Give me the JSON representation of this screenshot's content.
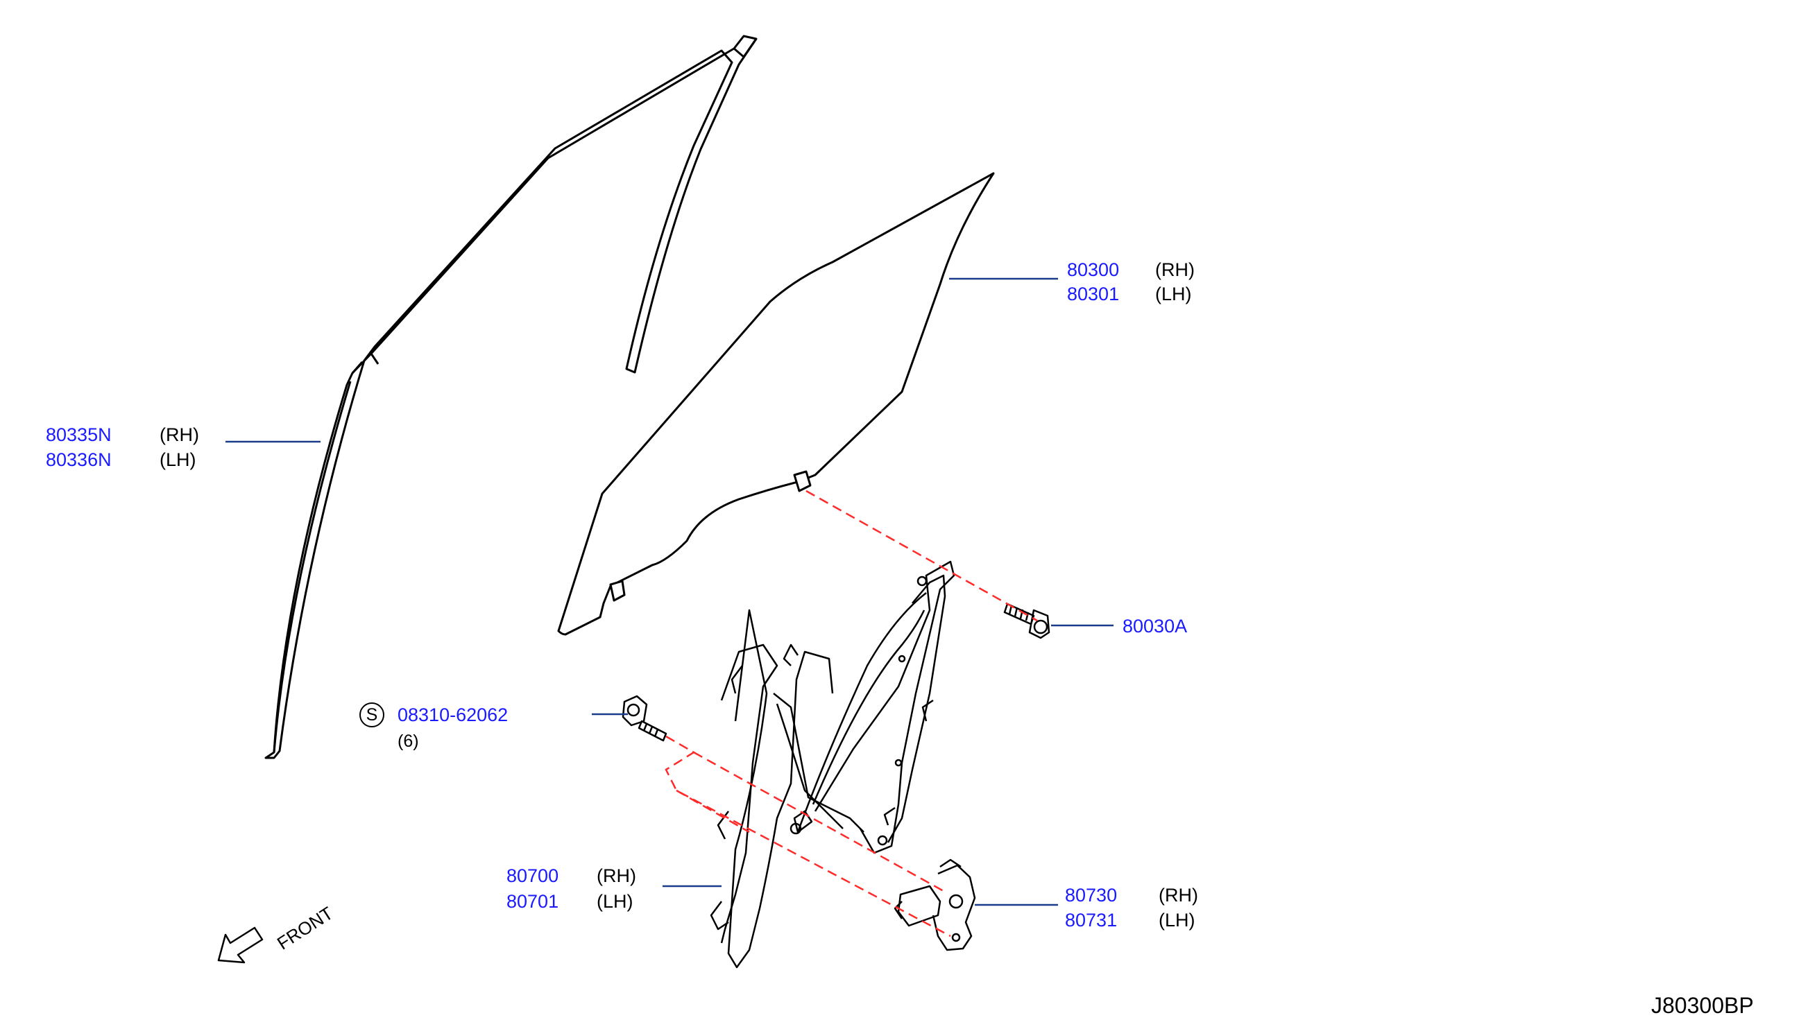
{
  "diagram_code": "J80300BP",
  "front_label": "FRONT",
  "colors": {
    "part_number": "#1a1aff",
    "leader_line": "#1a3a8c",
    "dashed_guide": "#ff2a2a",
    "drawing": "#000000"
  },
  "callouts": {
    "sash": {
      "rh_number": "80335N",
      "rh_side": "(RH)",
      "lh_number": "80336N",
      "lh_side": "(LH)"
    },
    "glass": {
      "rh_number": "80300",
      "rh_side": "(RH)",
      "lh_number": "80301",
      "lh_side": "(LH)"
    },
    "glass_bolt": {
      "number": "80030A"
    },
    "regulator_bolt": {
      "symbol": "S",
      "number": "08310-62062",
      "quantity": "(6)"
    },
    "regulator": {
      "rh_number": "80700",
      "rh_side": "(RH)",
      "lh_number": "80701",
      "lh_side": "(LH)"
    },
    "motor": {
      "rh_number": "80730",
      "rh_side": "(RH)",
      "lh_number": "80731",
      "lh_side": "(LH)"
    }
  }
}
